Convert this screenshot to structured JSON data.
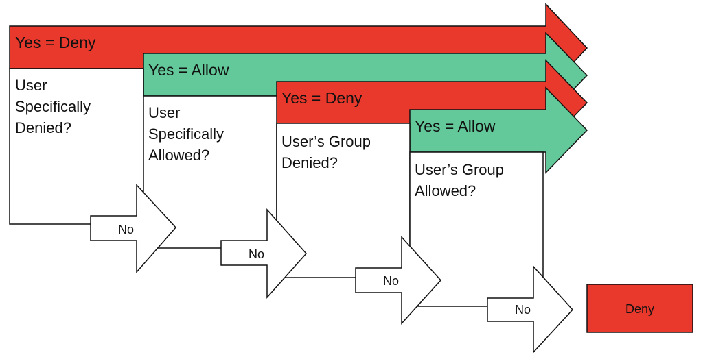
{
  "colors": {
    "deny": "#E8392C",
    "allow": "#63C99A",
    "outline": "#111111",
    "background": "#FFFFFF"
  },
  "steps": [
    {
      "yes_label": "Yes = Deny",
      "yes_outcome": "deny",
      "question_lines": [
        "User",
        "Specifically",
        "Denied?"
      ],
      "no_label": "No"
    },
    {
      "yes_label": "Yes = Allow",
      "yes_outcome": "allow",
      "question_lines": [
        "User",
        "Specifically",
        "Allowed?"
      ],
      "no_label": "No"
    },
    {
      "yes_label": "Yes = Deny",
      "yes_outcome": "deny",
      "question_lines": [
        "User’s Group",
        "Denied?"
      ],
      "no_label": "No"
    },
    {
      "yes_label": "Yes = Allow",
      "yes_outcome": "allow",
      "question_lines": [
        "User’s Group",
        "Allowed?"
      ],
      "no_label": "No"
    }
  ],
  "final_outcome": {
    "label": "Deny",
    "outcome": "deny"
  }
}
